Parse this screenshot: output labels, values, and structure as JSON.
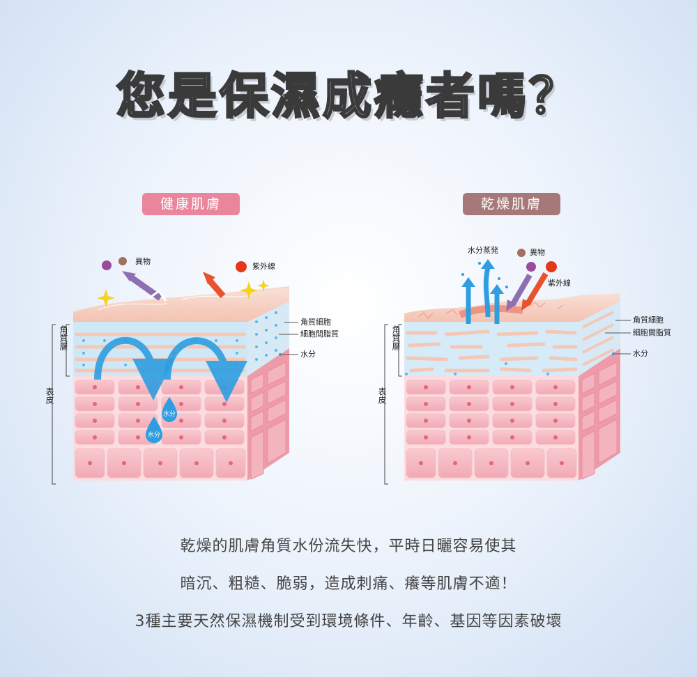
{
  "title": "您是保濕成癮者嗎？",
  "panels": {
    "healthy": {
      "heading": "健康肌膚",
      "foreign": "異物",
      "uv": "紫外線",
      "water_drop_1": "水分",
      "water_drop_2": "水分"
    },
    "dry": {
      "heading": "乾燥肌膚",
      "evaporation": "水分蒸発",
      "foreign": "異物",
      "uv": "紫外線"
    }
  },
  "labels": {
    "corneocyte": "角質細胞",
    "intercellular_lipid": "細胞間脂質",
    "moisture": "水分",
    "stratum_corneum": "角質層",
    "epidermis": "表皮"
  },
  "description": [
    "乾燥的肌膚角質水份流失快，平時日曬容易使其",
    "暗沉、粗糙、脆弱，造成刺痛、癢等肌膚不適！",
    "3種主要天然保濕機制受到環境條件、年齡、基因等因素破壞"
  ]
}
